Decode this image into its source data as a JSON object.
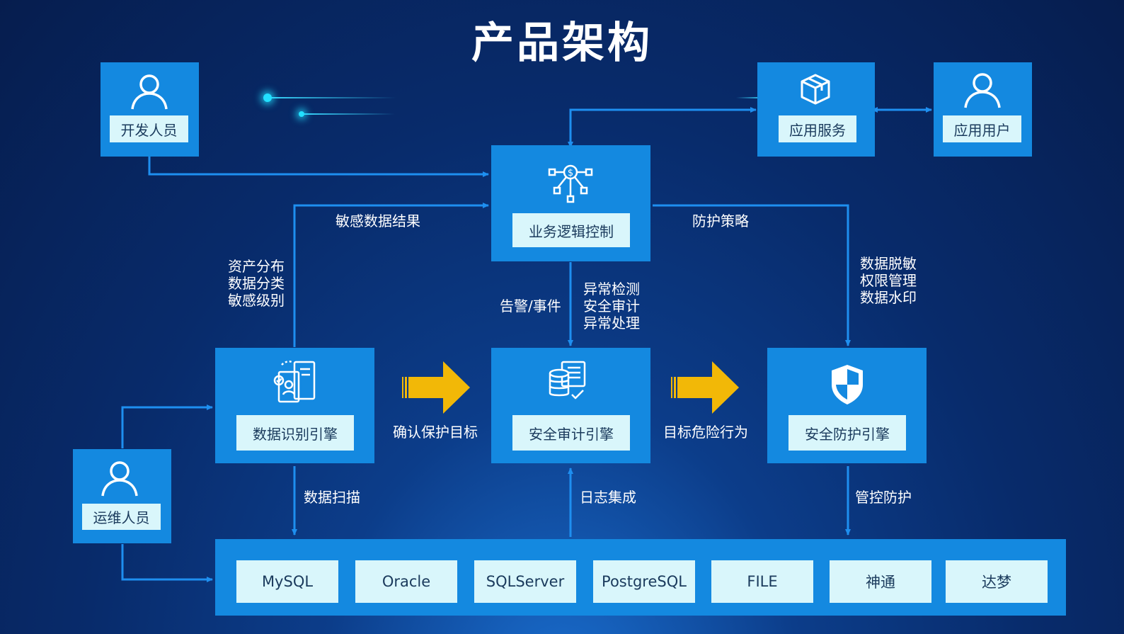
{
  "title": "产品架构",
  "actors": {
    "developer": "开发人员",
    "ops": "运维人员",
    "app_user": "应用用户"
  },
  "nodes": {
    "app_service": "应用服务",
    "business_logic": "业务逻辑控制",
    "data_recognition": "数据识别引擎",
    "security_audit": "安全审计引擎",
    "security_protection": "安全防护引擎"
  },
  "edges": {
    "sensitive_result": "敏感数据结果",
    "protection_policy": "防护策略",
    "asset_lines": [
      "资产分布",
      "数据分类",
      "敏感级别"
    ],
    "alarm_event": "告警/事件",
    "audit_lines": [
      "异常检测",
      "安全审计",
      "异常处理"
    ],
    "protect_lines": [
      "数据脱敏",
      "权限管理",
      "数据水印"
    ],
    "confirm_target": "确认保护目标",
    "target_risk": "目标危险行为",
    "data_scan": "数据扫描",
    "log_integration": "日志集成",
    "control_protect": "管控防护"
  },
  "databases": [
    "MySQL",
    "Oracle",
    "SQLServer",
    "PostgreSQL",
    "FILE",
    "神通",
    "达梦"
  ],
  "colors": {
    "box": "#1489e0",
    "label_bg": "#d9f6fb",
    "line": "#1e8ff0",
    "arrow_fill": "#f2b807"
  }
}
